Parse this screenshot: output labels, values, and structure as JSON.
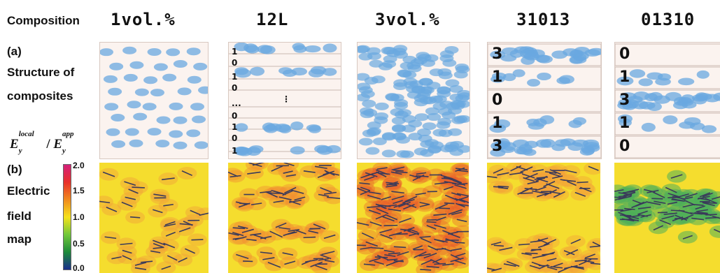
{
  "header": {
    "row_label": "Composition",
    "columns": [
      "1vol.%",
      "12L",
      "3vol.%",
      "31013",
      "01310"
    ]
  },
  "section_a": {
    "tag": "(a)",
    "label_line1": "Structure of",
    "label_line2": "composites"
  },
  "section_b": {
    "tag": "(b)",
    "label_line1": "Electric",
    "label_line2": "field",
    "label_line3": "map"
  },
  "colorbar": {
    "title_E": "E",
    "title_sub": "y",
    "title_sup_local": "local",
    "title_slash": " / ",
    "title_sup_app": "app",
    "ticks": [
      "2.0",
      "1.5",
      "1.0",
      "0.5",
      "0.0"
    ],
    "colors": [
      "#d4207a",
      "#e8302a",
      "#f08a1e",
      "#f5e21c",
      "#72c83a",
      "#1d8a3a",
      "#1a2f8c"
    ]
  },
  "panel_12L": {
    "digits": [
      "1",
      "0",
      "1",
      "0",
      "...",
      "0",
      "1",
      "0",
      "1"
    ],
    "dots": "⋮"
  },
  "panel_31013": {
    "digits": [
      "3",
      "1",
      "0",
      "1",
      "3"
    ]
  },
  "panel_01310": {
    "digits": [
      "0",
      "1",
      "3",
      "1",
      "0"
    ]
  },
  "colors": {
    "particle": "#6aa8e0",
    "field_base": "#f5dd2e",
    "needle": "#3a3a5a"
  }
}
